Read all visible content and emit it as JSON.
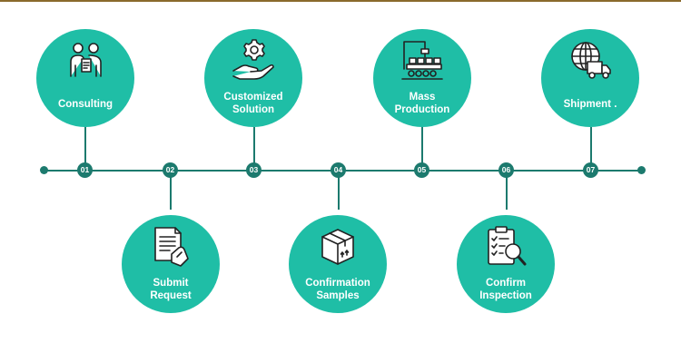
{
  "steps": [
    {
      "number": "01",
      "label": "Consulting",
      "icon": "consulting-people-icon"
    },
    {
      "number": "02",
      "label": "Submit Request",
      "icon": "document-hand-icon"
    },
    {
      "number": "03",
      "label": "Customized Solution",
      "icon": "gear-hand-icon"
    },
    {
      "number": "04",
      "label": "Confirmation Samples",
      "icon": "package-box-icon"
    },
    {
      "number": "05",
      "label": "Mass Production",
      "icon": "factory-conveyor-icon"
    },
    {
      "number": "06",
      "label": "Confirm Inspection",
      "icon": "clipboard-magnifier-icon"
    },
    {
      "number": "07",
      "label": "Shipment .",
      "icon": "globe-truck-icon"
    }
  ],
  "colors": {
    "circle": "#1fbea6",
    "line": "#1c7a6e",
    "text": "#ffffff",
    "top_rule": "#8a6a2c"
  }
}
